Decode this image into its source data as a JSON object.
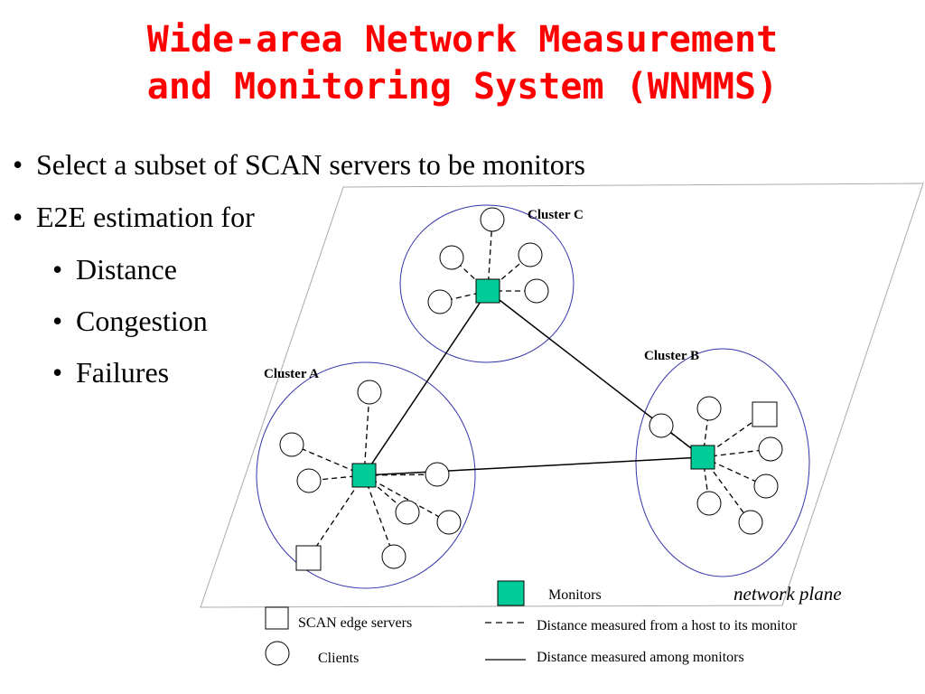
{
  "title": {
    "line1": "Wide-area Network Measurement",
    "line2": "and Monitoring System (WNMMS)"
  },
  "bullets": {
    "item1": "Select a subset of SCAN servers to be monitors",
    "item2": "E2E estimation for",
    "sub1": "Distance",
    "sub2": "Congestion",
    "sub3": "Failures"
  },
  "diagram": {
    "cluster_a": "Cluster A",
    "cluster_b": "Cluster B",
    "cluster_c": "Cluster C",
    "plane_label": "network plane",
    "colors": {
      "monitor": "#00cc99",
      "cluster_outline": "#3333aa",
      "title": "#ff0000"
    }
  },
  "legend": {
    "monitors": "Monitors",
    "scan_edge_servers": "SCAN edge servers",
    "clients": "Clients",
    "dashed_desc": "Distance measured from a host to its monitor",
    "solid_desc": "Distance measured among monitors"
  }
}
